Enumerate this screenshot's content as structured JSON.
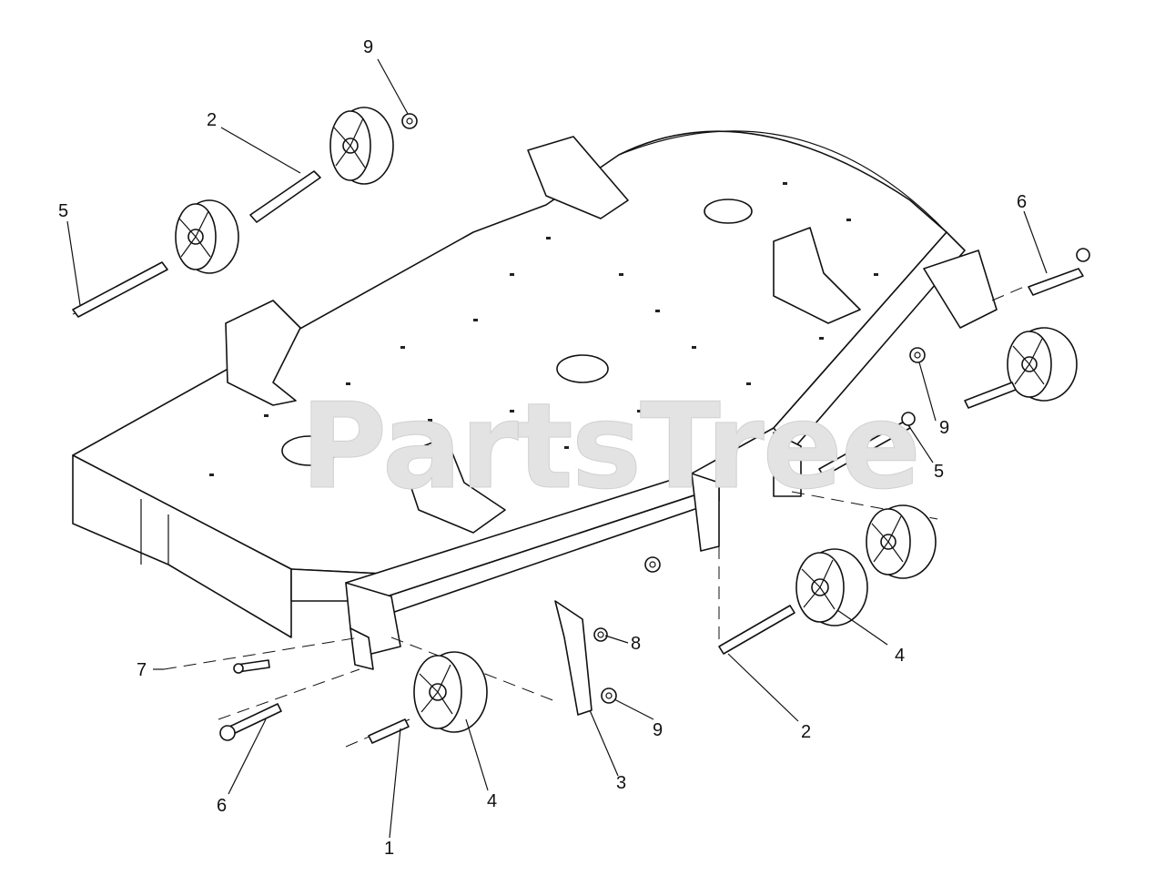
{
  "watermark": {
    "text": "PartsTree"
  },
  "callouts": [
    {
      "id": "c9a",
      "label": "9"
    },
    {
      "id": "c2a",
      "label": "2"
    },
    {
      "id": "c5a",
      "label": "5"
    },
    {
      "id": "c6a",
      "label": "6"
    },
    {
      "id": "c9b",
      "label": "9"
    },
    {
      "id": "c5b",
      "label": "5"
    },
    {
      "id": "c8",
      "label": "8"
    },
    {
      "id": "c7",
      "label": "7"
    },
    {
      "id": "c4a",
      "label": "4"
    },
    {
      "id": "c9c",
      "label": "9"
    },
    {
      "id": "c2b",
      "label": "2"
    },
    {
      "id": "c6b",
      "label": "6"
    },
    {
      "id": "c4b",
      "label": "4"
    },
    {
      "id": "c3",
      "label": "3"
    },
    {
      "id": "c1",
      "label": "1"
    }
  ]
}
